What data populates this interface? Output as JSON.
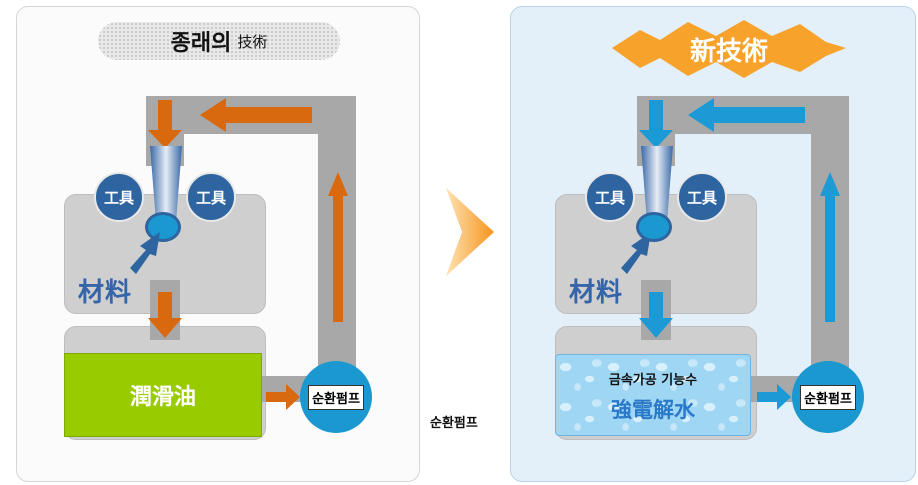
{
  "left": {
    "title_main": "종래의",
    "title_sub": "技術",
    "tool_left": "工具",
    "tool_right": "工具",
    "material": "材料",
    "tank": "潤滑油",
    "pump": "순환펌프",
    "arrow_color": "#d9690f"
  },
  "center": {
    "label": "순환펌프",
    "arrow_color": "#f7a22a"
  },
  "right": {
    "title": "新技術",
    "tool_left": "工具",
    "tool_right": "工具",
    "material": "材料",
    "tank_sub": "금속가공 기능수",
    "tank_main": "強電解水",
    "pump": "순환펌프",
    "arrow_color": "#1b9ad6"
  }
}
